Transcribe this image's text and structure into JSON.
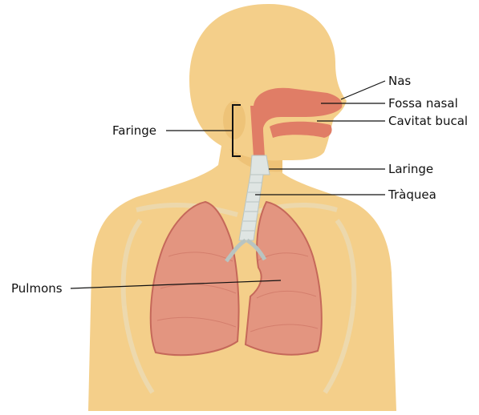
{
  "labels": {
    "nas": "Nas",
    "fossa_nasal": "Fossa nasal",
    "cavitat_bucal": "Cavitat bucal",
    "faringe": "Faringe",
    "laringe": "Laringe",
    "traquea": "Tràquea",
    "pulmons": "Pulmons"
  },
  "colors": {
    "background": "#ffffff",
    "skin": "#f4cf8a",
    "skin_shadow": "#e9b96a",
    "airway": "#e07d66",
    "lung": "#e39580",
    "lung_dark": "#c5685a",
    "trachea": "#dfe5e3",
    "rib": "#ecd9b0",
    "leader_line": "#111111"
  }
}
